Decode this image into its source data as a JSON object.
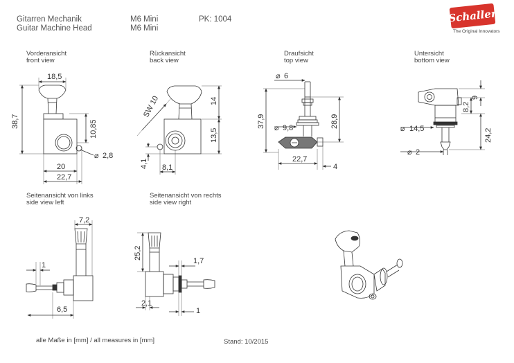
{
  "header": {
    "title_de": "Gitarren Mechanik",
    "title_en": "Guitar Machine Head",
    "model_1": "M6 Mini",
    "model_2": "M6 Mini",
    "pk": "PK: 1004",
    "brand": "Schaller",
    "tagline": "The Original Innovators"
  },
  "views": {
    "front": [
      "Vorderansicht",
      "front view"
    ],
    "back": [
      "Rückansicht",
      "back view"
    ],
    "top": [
      "Draufsicht",
      "top view"
    ],
    "bottom": [
      "Untersicht",
      "bottom view"
    ],
    "left": [
      "Seitenansicht von links",
      "side view left"
    ],
    "right": [
      "Seitenansicht von rechts",
      "side view right"
    ]
  },
  "dimensions": {
    "front_width_top": "18,5",
    "front_height": "38,7",
    "front_h2": "10,85",
    "front_hole": "2,8",
    "front_w20": "20",
    "front_w22": "22,7",
    "back_sw": "SW 10",
    "back_14": "14",
    "back_13": "13,5",
    "back_41": "4,1",
    "back_81": "8,1",
    "top_d6": "6",
    "top_379": "37,9",
    "top_289": "28,9",
    "top_d98": "9,8",
    "top_227": "22,7",
    "top_4": "4",
    "bot_9": "9",
    "bot_82": "8,2",
    "bot_242": "24,2",
    "bot_d145": "14,5",
    "bot_d2": "2",
    "left_72": "7,2",
    "left_1": "1",
    "left_65": "6,5",
    "right_252": "25,2",
    "right_17": "1,7",
    "right_21": "2,1",
    "right_1": "1"
  },
  "footer": {
    "units": "alle Maße in [mm] / all measures in [mm]",
    "stand": "Stand: 10/2015"
  }
}
